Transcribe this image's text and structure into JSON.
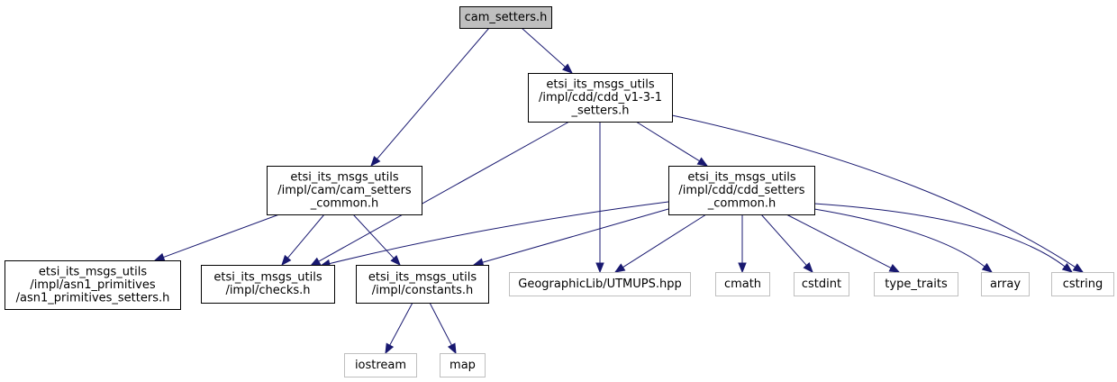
{
  "diagram": {
    "nodes": {
      "cam_setters": {
        "lines": [
          "cam_setters.h"
        ],
        "kind": "focus"
      },
      "cdd_v1_3_1_setters": {
        "lines": [
          "etsi_its_msgs_utils",
          "/impl/cdd/cdd_v1-3-1",
          "_setters.h"
        ],
        "kind": "local"
      },
      "cam_setters_common": {
        "lines": [
          "etsi_its_msgs_utils",
          "/impl/cam/cam_setters",
          "_common.h"
        ],
        "kind": "local"
      },
      "cdd_setters_common": {
        "lines": [
          "etsi_its_msgs_utils",
          "/impl/cdd/cdd_setters",
          "_common.h"
        ],
        "kind": "local"
      },
      "asn1_primitives_setters": {
        "lines": [
          "etsi_its_msgs_utils",
          "/impl/asn1_primitives",
          "/asn1_primitives_setters.h"
        ],
        "kind": "local"
      },
      "checks": {
        "lines": [
          "etsi_its_msgs_utils",
          "/impl/checks.h"
        ],
        "kind": "local"
      },
      "constants": {
        "lines": [
          "etsi_its_msgs_utils",
          "/impl/constants.h"
        ],
        "kind": "local"
      },
      "utmups": {
        "lines": [
          "GeographicLib/UTMUPS.hpp"
        ],
        "kind": "external"
      },
      "cmath": {
        "lines": [
          "cmath"
        ],
        "kind": "external"
      },
      "cstdint": {
        "lines": [
          "cstdint"
        ],
        "kind": "external"
      },
      "type_traits": {
        "lines": [
          "type_traits"
        ],
        "kind": "external"
      },
      "array": {
        "lines": [
          "array"
        ],
        "kind": "external"
      },
      "cstring": {
        "lines": [
          "cstring"
        ],
        "kind": "external"
      },
      "iostream": {
        "lines": [
          "iostream"
        ],
        "kind": "external"
      },
      "map": {
        "lines": [
          "map"
        ],
        "kind": "external"
      }
    },
    "edges": [
      {
        "from": "cam_setters",
        "to": "cdd_v1_3_1_setters"
      },
      {
        "from": "cam_setters",
        "to": "cam_setters_common"
      },
      {
        "from": "cdd_v1_3_1_setters",
        "to": "cdd_setters_common"
      },
      {
        "from": "cdd_v1_3_1_setters",
        "to": "checks"
      },
      {
        "from": "cdd_v1_3_1_setters",
        "to": "utmups"
      },
      {
        "from": "cdd_v1_3_1_setters",
        "to": "cstring"
      },
      {
        "from": "cam_setters_common",
        "to": "asn1_primitives_setters"
      },
      {
        "from": "cam_setters_common",
        "to": "checks"
      },
      {
        "from": "cam_setters_common",
        "to": "constants"
      },
      {
        "from": "cdd_setters_common",
        "to": "checks"
      },
      {
        "from": "cdd_setters_common",
        "to": "constants"
      },
      {
        "from": "cdd_setters_common",
        "to": "utmups"
      },
      {
        "from": "cdd_setters_common",
        "to": "cmath"
      },
      {
        "from": "cdd_setters_common",
        "to": "cstdint"
      },
      {
        "from": "cdd_setters_common",
        "to": "type_traits"
      },
      {
        "from": "cdd_setters_common",
        "to": "array"
      },
      {
        "from": "cdd_setters_common",
        "to": "cstring"
      },
      {
        "from": "constants",
        "to": "iostream"
      },
      {
        "from": "constants",
        "to": "map"
      }
    ],
    "colors": {
      "edge": "#191970",
      "focus_fill": "#bfbfbf",
      "local_border": "#000000",
      "external_border": "#bfbfbf"
    }
  }
}
